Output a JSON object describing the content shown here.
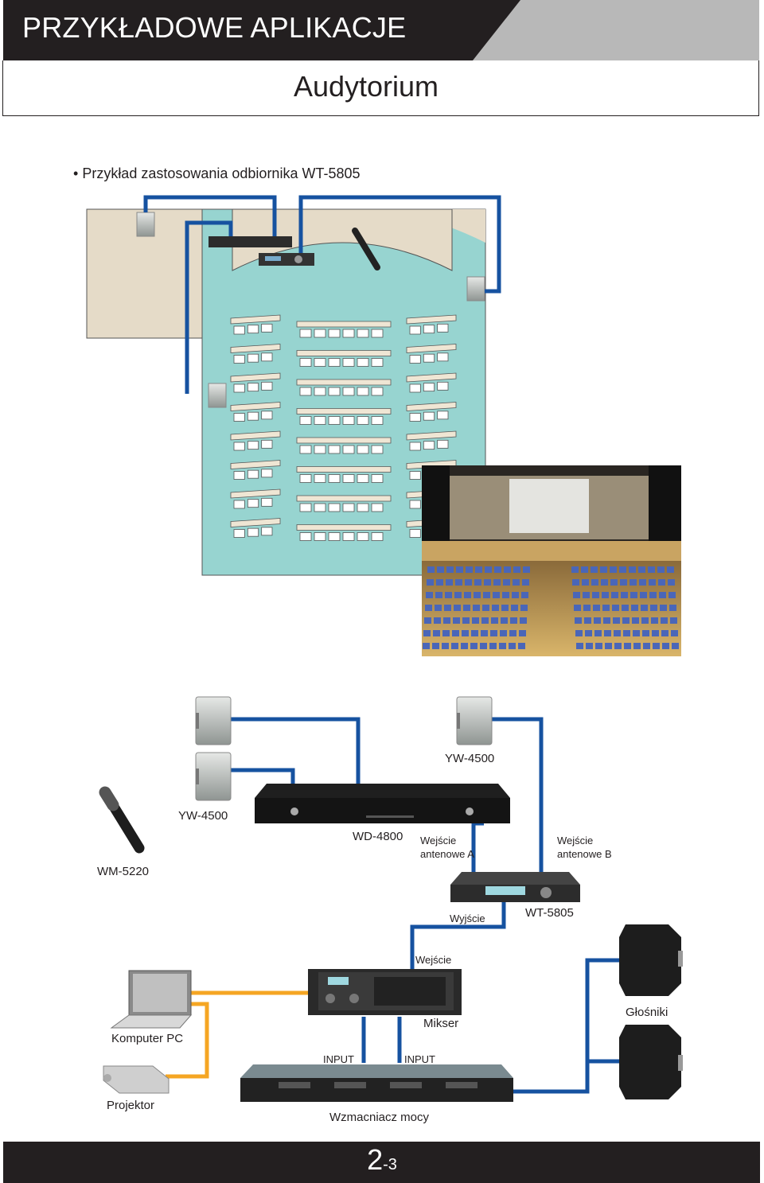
{
  "header": {
    "title": "PRZYKŁADOWE APLIKACJE"
  },
  "subheader": {
    "title": "Audytorium"
  },
  "caption": "Przykład zastosowania odbiornika WT-5805",
  "labels": {
    "yw4500_top": "YW-4500",
    "yw4500_left": "YW-4500",
    "wm5220": "WM-5220",
    "wd4800": "WD-4800",
    "input_a": [
      "Wejście",
      "antenowe A"
    ],
    "input_b": [
      "Wejście",
      "antenowe B"
    ],
    "output": "Wyjście",
    "wt5805": "WT-5805",
    "mixer_input": "Wejście",
    "mixer": "Mikser",
    "pc": "Komputer PC",
    "projector": "Projektor",
    "speakers": "Głośniki",
    "amp_input_1": "INPUT",
    "amp_input_2": "INPUT",
    "amplifier": "Wzmacniacz mocy"
  },
  "footer": {
    "page_main": "2",
    "page_sub": "-3"
  },
  "colors": {
    "cable_blue": "#1652a0",
    "cable_orange": "#f5a623",
    "floor_teal": "#97d4d0",
    "stage_beige": "#e5dbc8",
    "dark": "#231f20"
  }
}
